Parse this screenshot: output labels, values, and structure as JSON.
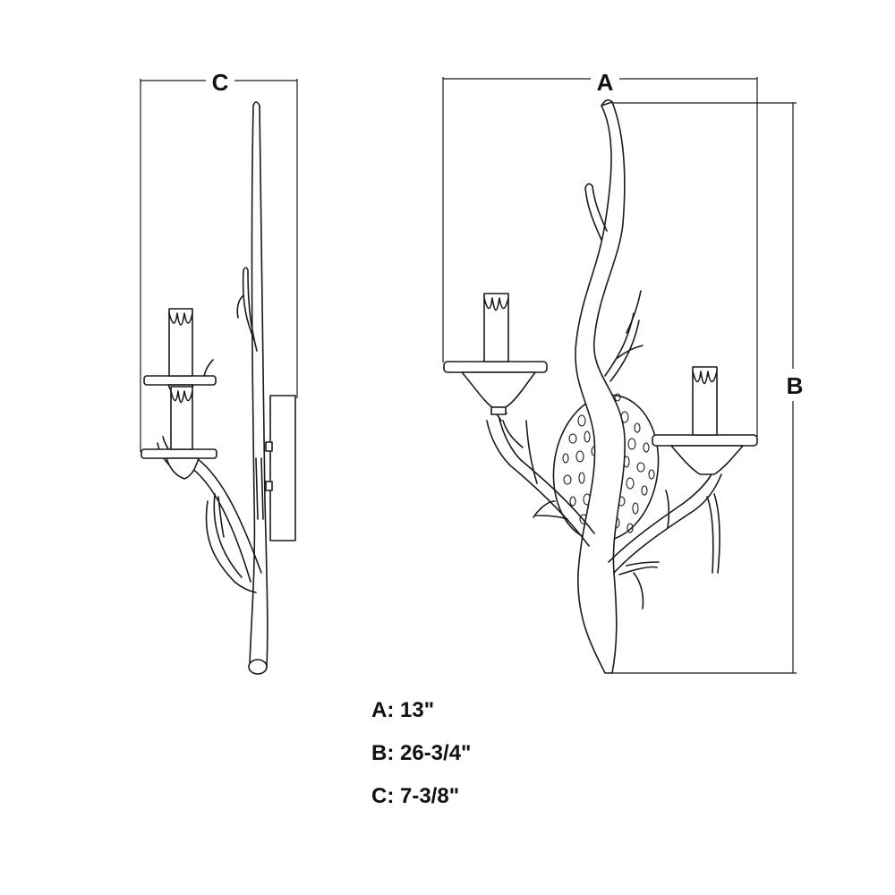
{
  "dimension_labels": {
    "a": "A",
    "b": "B",
    "c": "C"
  },
  "legend": [
    {
      "text": "A: 13\""
    },
    {
      "text": "B: 26-3/4\""
    },
    {
      "text": "C: 7-3/8\""
    }
  ],
  "colors": {
    "line": "#1a1a1a",
    "background": "#ffffff"
  }
}
